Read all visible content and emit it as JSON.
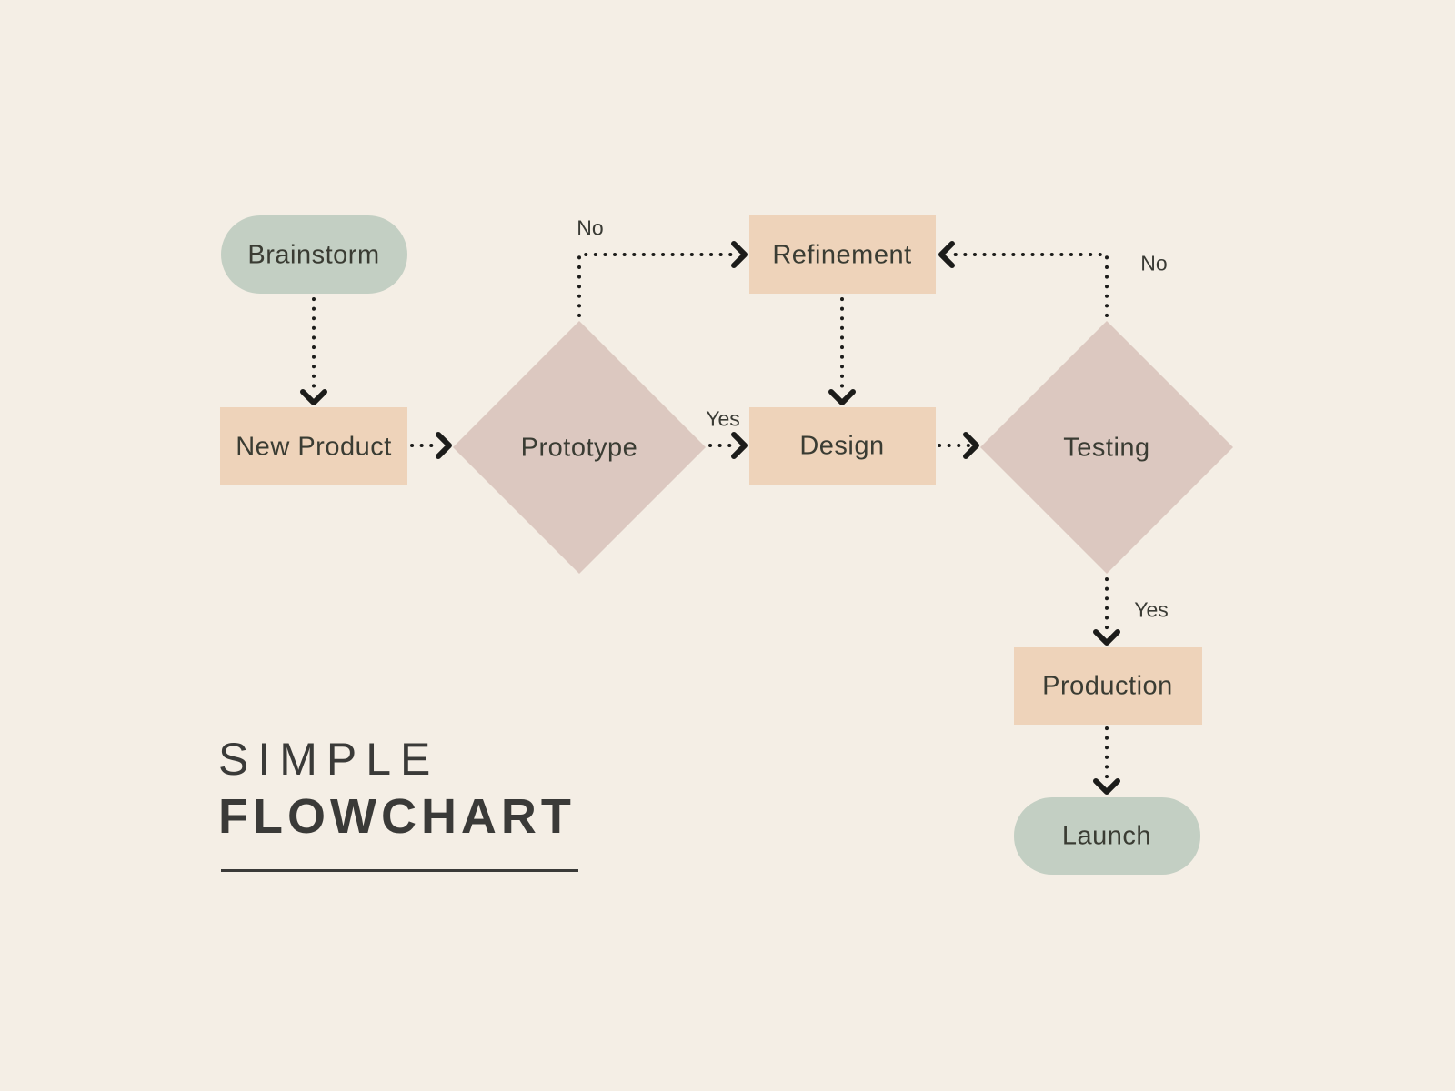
{
  "title": {
    "line1": "SIMPLE",
    "line2": "FLOWCHART"
  },
  "colors": {
    "background": "#f4eee5",
    "terminal_fill": "#c3cfc3",
    "process_fill": "#eed3ba",
    "decision_fill": "#dcc8c0",
    "arrow": "#1c1c1a",
    "label_text": "#3a3c33",
    "title_text": "#3a3a38"
  },
  "nodes": {
    "brainstorm": {
      "label": "Brainstorm",
      "type": "terminal"
    },
    "new_product": {
      "label": "New Product",
      "type": "process"
    },
    "prototype": {
      "label": "Prototype",
      "type": "decision"
    },
    "refinement": {
      "label": "Refinement",
      "type": "process"
    },
    "design": {
      "label": "Design",
      "type": "process"
    },
    "testing": {
      "label": "Testing",
      "type": "decision"
    },
    "production": {
      "label": "Production",
      "type": "process"
    },
    "launch": {
      "label": "Launch",
      "type": "terminal"
    }
  },
  "edge_labels": {
    "prototype_no": "No",
    "prototype_yes": "Yes",
    "testing_no": "No",
    "testing_yes": "Yes"
  }
}
